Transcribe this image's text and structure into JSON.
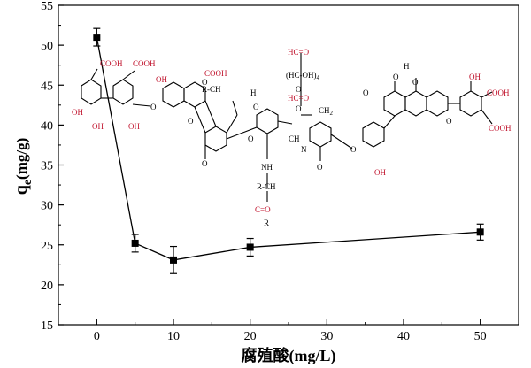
{
  "chart_data": {
    "type": "line",
    "xlabel": "腐殖酸(mg/L)",
    "ylabel_main": "q",
    "ylabel_sub": "e",
    "ylabel_unit": "(mg/g)",
    "xlim": [
      -5,
      55
    ],
    "ylim": [
      15,
      55
    ],
    "xticks": [
      0,
      10,
      20,
      30,
      40,
      50
    ],
    "yticks": [
      15,
      20,
      25,
      30,
      35,
      40,
      45,
      50,
      55
    ],
    "series": [
      {
        "x": [
          0,
          5,
          10,
          20,
          50
        ],
        "y": [
          51.0,
          25.2,
          23.1,
          24.7,
          26.6
        ],
        "err": [
          1.1,
          1.1,
          1.7,
          1.1,
          1.0
        ]
      }
    ]
  },
  "structure_labels": {
    "cooh": "COOH",
    "oh": "OH",
    "o": "O",
    "h": "H",
    "rch": "R-CH",
    "nh": "NH",
    "n": "N",
    "ch": "CH",
    "ch2": "CH",
    "hco": "HC=O",
    "hcoh": "(HC-OH)",
    "four": "4",
    "two": "2",
    "co": "C=O",
    "r": "R"
  },
  "colors": {
    "axis": "#000000",
    "series": "#000000",
    "chem_red": "#c0112b"
  }
}
